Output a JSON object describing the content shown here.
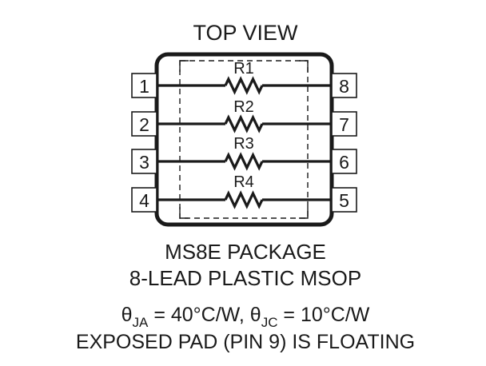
{
  "title": "TOP VIEW",
  "resistors": [
    "R1",
    "R2",
    "R3",
    "R4"
  ],
  "pins_left": [
    "1",
    "2",
    "3",
    "4"
  ],
  "pins_right": [
    "8",
    "7",
    "6",
    "5"
  ],
  "package_name": "MS8E PACKAGE",
  "package_desc": "8-LEAD PLASTIC MSOP",
  "thermal": {
    "theta": "θ",
    "ja_sub": "JA",
    "ja_value": " = 40°C/W, ",
    "jc_sub": "JC",
    "jc_value": " = 10°C/W"
  },
  "exposed_pad_note": "EXPOSED PAD (PIN 9) IS FLOATING"
}
